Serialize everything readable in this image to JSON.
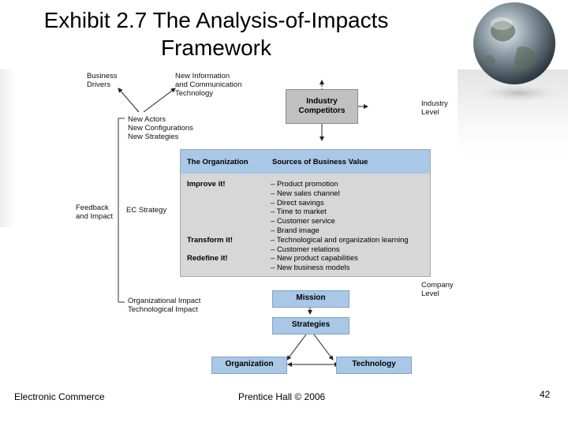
{
  "slide": {
    "title": "Exhibit 2.7 The Analysis-of-Impacts\nFramework",
    "footer_left": "Electronic Commerce",
    "footer_center": "Prentice Hall © 2006",
    "page_number": "42"
  },
  "diagram": {
    "business_drivers": "Business\nDrivers",
    "new_information": "New Information\nand Communication\nTechnology",
    "new_actors": "New Actors\nNew Configurations\nNew Strategies",
    "industry_competitors": "Industry\nCompetitors",
    "industry_level": "Industry\nLevel",
    "feedback": "Feedback\nand Impact",
    "ec_strategy": "EC Strategy",
    "table_header_left": "The Organization",
    "table_header_right": "Sources of Business Value",
    "improve": "Improve it!",
    "transform": "Transform it!",
    "redefine": "Redefine it!",
    "sources": [
      "Product promotion",
      "New sales channel",
      "Direct savings",
      "Time to market",
      "Customer service",
      "Brand image",
      "Technological and organization learning",
      "Customer relations",
      "New product capabilities",
      "New business models"
    ],
    "company_level": "Company\nLevel",
    "impacts": "Organizational Impact\nTechnological Impact",
    "mission": "Mission",
    "strategies": "Strategies",
    "organization": "Organization",
    "technology": "Technology"
  },
  "colors": {
    "blue_box": "#a9c7e6",
    "gray_box": "#c0c0c0",
    "table_body": "#d7d7d7"
  }
}
